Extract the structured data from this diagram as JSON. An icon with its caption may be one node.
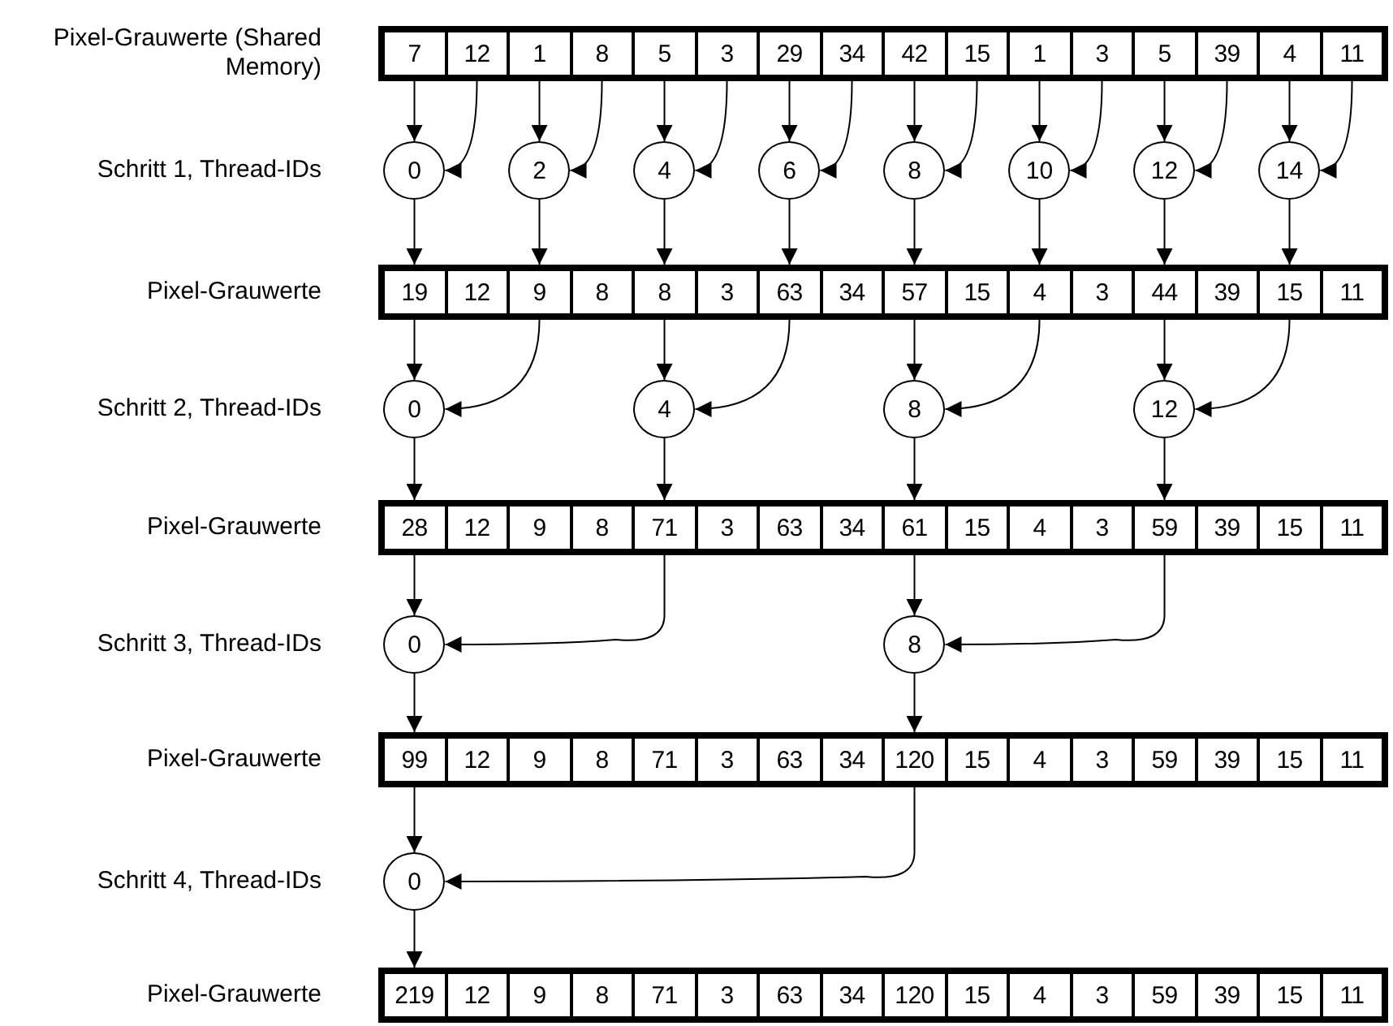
{
  "diagram": {
    "nodes": [
      {
        "text": [
          "7"
        ]
      },
      {
        "text": [
          "12"
        ]
      },
      {
        "text": [
          "1"
        ]
      },
      {
        "text": [
          "8"
        ]
      },
      {
        "text": [
          "5"
        ]
      },
      {
        "text": [
          "3"
        ]
      },
      {
        "text": [
          "29"
        ]
      },
      {
        "text": [
          "34"
        ]
      },
      {
        "text": [
          "42"
        ]
      },
      {
        "text": [
          "15"
        ]
      },
      {
        "text": [
          "1"
        ]
      },
      {
        "text": [
          "3"
        ]
      },
      {
        "text": [
          "5"
        ]
      },
      {
        "text": [
          "39"
        ]
      },
      {
        "text": [
          "4"
        ]
      },
      {
        "text": [
          "11"
        ]
      },
      {
        "text": [
          "0"
        ]
      },
      {
        "text": [
          "2"
        ]
      },
      {
        "text": [
          "4"
        ]
      },
      {
        "text": [
          "6"
        ]
      },
      {
        "text": [
          "8"
        ]
      },
      {
        "text": [
          "10"
        ]
      },
      {
        "text": [
          "12"
        ]
      },
      {
        "text": [
          "14"
        ]
      },
      {
        "text": [
          "19"
        ]
      },
      {
        "text": [
          "12"
        ]
      },
      {
        "text": [
          "9"
        ]
      },
      {
        "text": [
          "8"
        ]
      },
      {
        "text": [
          "8"
        ]
      },
      {
        "text": [
          "3"
        ]
      },
      {
        "text": [
          "63"
        ]
      },
      {
        "text": [
          "34"
        ]
      },
      {
        "text": [
          "57"
        ]
      },
      {
        "text": [
          "15"
        ]
      },
      {
        "text": [
          "4"
        ]
      },
      {
        "text": [
          "3"
        ]
      },
      {
        "text": [
          "44"
        ]
      },
      {
        "text": [
          "39"
        ]
      },
      {
        "text": [
          "15"
        ]
      },
      {
        "text": [
          "11"
        ]
      },
      {
        "text": [
          "0"
        ]
      },
      {
        "text": [
          "4"
        ]
      },
      {
        "text": [
          "8"
        ]
      },
      {
        "text": [
          "12"
        ]
      },
      {
        "text": [
          "28"
        ]
      },
      {
        "text": [
          "12"
        ]
      },
      {
        "text": [
          "9"
        ]
      },
      {
        "text": [
          "8"
        ]
      },
      {
        "text": [
          "71"
        ]
      },
      {
        "text": [
          "3"
        ]
      },
      {
        "text": [
          "63"
        ]
      },
      {
        "text": [
          "34"
        ]
      },
      {
        "text": [
          "61"
        ]
      },
      {
        "text": [
          "15"
        ]
      },
      {
        "text": [
          "4"
        ]
      },
      {
        "text": [
          "3"
        ]
      },
      {
        "text": [
          "59"
        ]
      },
      {
        "text": [
          "39"
        ]
      },
      {
        "text": [
          "15"
        ]
      },
      {
        "text": [
          "11"
        ]
      },
      {
        "text": [
          "0"
        ]
      },
      {
        "text": [
          "8"
        ]
      },
      {
        "text": [
          "99"
        ]
      },
      {
        "text": [
          "12"
        ]
      },
      {
        "text": [
          "9"
        ]
      },
      {
        "text": [
          "8"
        ]
      },
      {
        "text": [
          "71"
        ]
      },
      {
        "text": [
          "3"
        ]
      },
      {
        "text": [
          "63"
        ]
      },
      {
        "text": [
          "34"
        ]
      },
      {
        "text": [
          "120"
        ]
      },
      {
        "text": [
          "15"
        ]
      },
      {
        "text": [
          "4"
        ]
      },
      {
        "text": [
          "3"
        ]
      },
      {
        "text": [
          "59"
        ]
      },
      {
        "text": [
          "39"
        ]
      },
      {
        "text": [
          "15"
        ]
      },
      {
        "text": [
          "11"
        ]
      },
      {
        "text": [
          "0"
        ]
      },
      {
        "text": [
          "219"
        ]
      },
      {
        "text": [
          "12"
        ]
      },
      {
        "text": [
          "9"
        ]
      },
      {
        "text": [
          "8"
        ]
      },
      {
        "text": [
          "71"
        ]
      },
      {
        "text": [
          "3"
        ]
      },
      {
        "text": [
          "63"
        ]
      },
      {
        "text": [
          "34"
        ]
      },
      {
        "text": [
          "120"
        ]
      },
      {
        "text": [
          "15"
        ]
      },
      {
        "text": [
          "4"
        ]
      },
      {
        "text": [
          "3"
        ]
      },
      {
        "text": [
          "59"
        ]
      },
      {
        "text": [
          "39"
        ]
      },
      {
        "text": [
          "15"
        ]
      },
      {
        "text": [
          "11"
        ]
      }
    ],
    "edges": [
      {
        "from": 0,
        "to": 16,
        "arrow": "to"
      },
      {
        "from": 1,
        "to": 16,
        "arrow": "to"
      },
      {
        "from": 16,
        "to": 24,
        "arrow": "to"
      },
      {
        "from": 2,
        "to": 17,
        "arrow": "to"
      },
      {
        "from": 3,
        "to": 17,
        "arrow": "to"
      },
      {
        "from": 17,
        "to": 26,
        "arrow": "to"
      },
      {
        "from": 4,
        "to": 18,
        "arrow": "to"
      },
      {
        "from": 5,
        "to": 18,
        "arrow": "to"
      },
      {
        "from": 18,
        "to": 28,
        "arrow": "to"
      },
      {
        "from": 6,
        "to": 19,
        "arrow": "to"
      },
      {
        "from": 7,
        "to": 19,
        "arrow": "to"
      },
      {
        "from": 19,
        "to": 30,
        "arrow": "to"
      },
      {
        "from": 8,
        "to": 20,
        "arrow": "to"
      },
      {
        "from": 9,
        "to": 20,
        "arrow": "to"
      },
      {
        "from": 20,
        "to": 32,
        "arrow": "to"
      },
      {
        "from": 10,
        "to": 21,
        "arrow": "to"
      },
      {
        "from": 11,
        "to": 21,
        "arrow": "to"
      },
      {
        "from": 21,
        "to": 34,
        "arrow": "to"
      },
      {
        "from": 12,
        "to": 22,
        "arrow": "to"
      },
      {
        "from": 13,
        "to": 22,
        "arrow": "to"
      },
      {
        "from": 22,
        "to": 36,
        "arrow": "to"
      },
      {
        "from": 14,
        "to": 23,
        "arrow": "to"
      },
      {
        "from": 15,
        "to": 23,
        "arrow": "to"
      },
      {
        "from": 23,
        "to": 38,
        "arrow": "to"
      },
      {
        "from": 24,
        "to": 40,
        "arrow": "to"
      },
      {
        "from": 26,
        "to": 40,
        "arrow": "to"
      },
      {
        "from": 40,
        "to": 44,
        "arrow": "to"
      },
      {
        "from": 28,
        "to": 41,
        "arrow": "to"
      },
      {
        "from": 30,
        "to": 41,
        "arrow": "to"
      },
      {
        "from": 41,
        "to": 48,
        "arrow": "to"
      },
      {
        "from": 32,
        "to": 42,
        "arrow": "to"
      },
      {
        "from": 34,
        "to": 42,
        "arrow": "to"
      },
      {
        "from": 42,
        "to": 52,
        "arrow": "to"
      },
      {
        "from": 36,
        "to": 43,
        "arrow": "to"
      },
      {
        "from": 38,
        "to": 43,
        "arrow": "to"
      },
      {
        "from": 43,
        "to": 56,
        "arrow": "to"
      },
      {
        "from": 44,
        "to": 60,
        "arrow": "to"
      },
      {
        "from": 48,
        "to": 60,
        "arrow": "to"
      },
      {
        "from": 60,
        "to": 62,
        "arrow": "to"
      },
      {
        "from": 52,
        "to": 61,
        "arrow": "to"
      },
      {
        "from": 56,
        "to": 61,
        "arrow": "to"
      },
      {
        "from": 61,
        "to": 70,
        "arrow": "to"
      },
      {
        "from": 62,
        "to": 78,
        "arrow": "to"
      },
      {
        "from": 70,
        "to": 78,
        "arrow": "to"
      },
      {
        "from": 78,
        "to": 79,
        "arrow": "to"
      }
    ],
    "labels": [
      "Pixel-Grauwerte (Shared Memory)",
      "Schritt 1, Thread-IDs",
      "Pixel-Grauwerte",
      "Schritt 2, Thread-IDs",
      "Pixel-Grauwerte",
      "Schritt 3, Thread-IDs",
      "Pixel-Grauwerte",
      "Schritt 4, Thread-IDs",
      "Pixel-Grauwerte"
    ]
  }
}
